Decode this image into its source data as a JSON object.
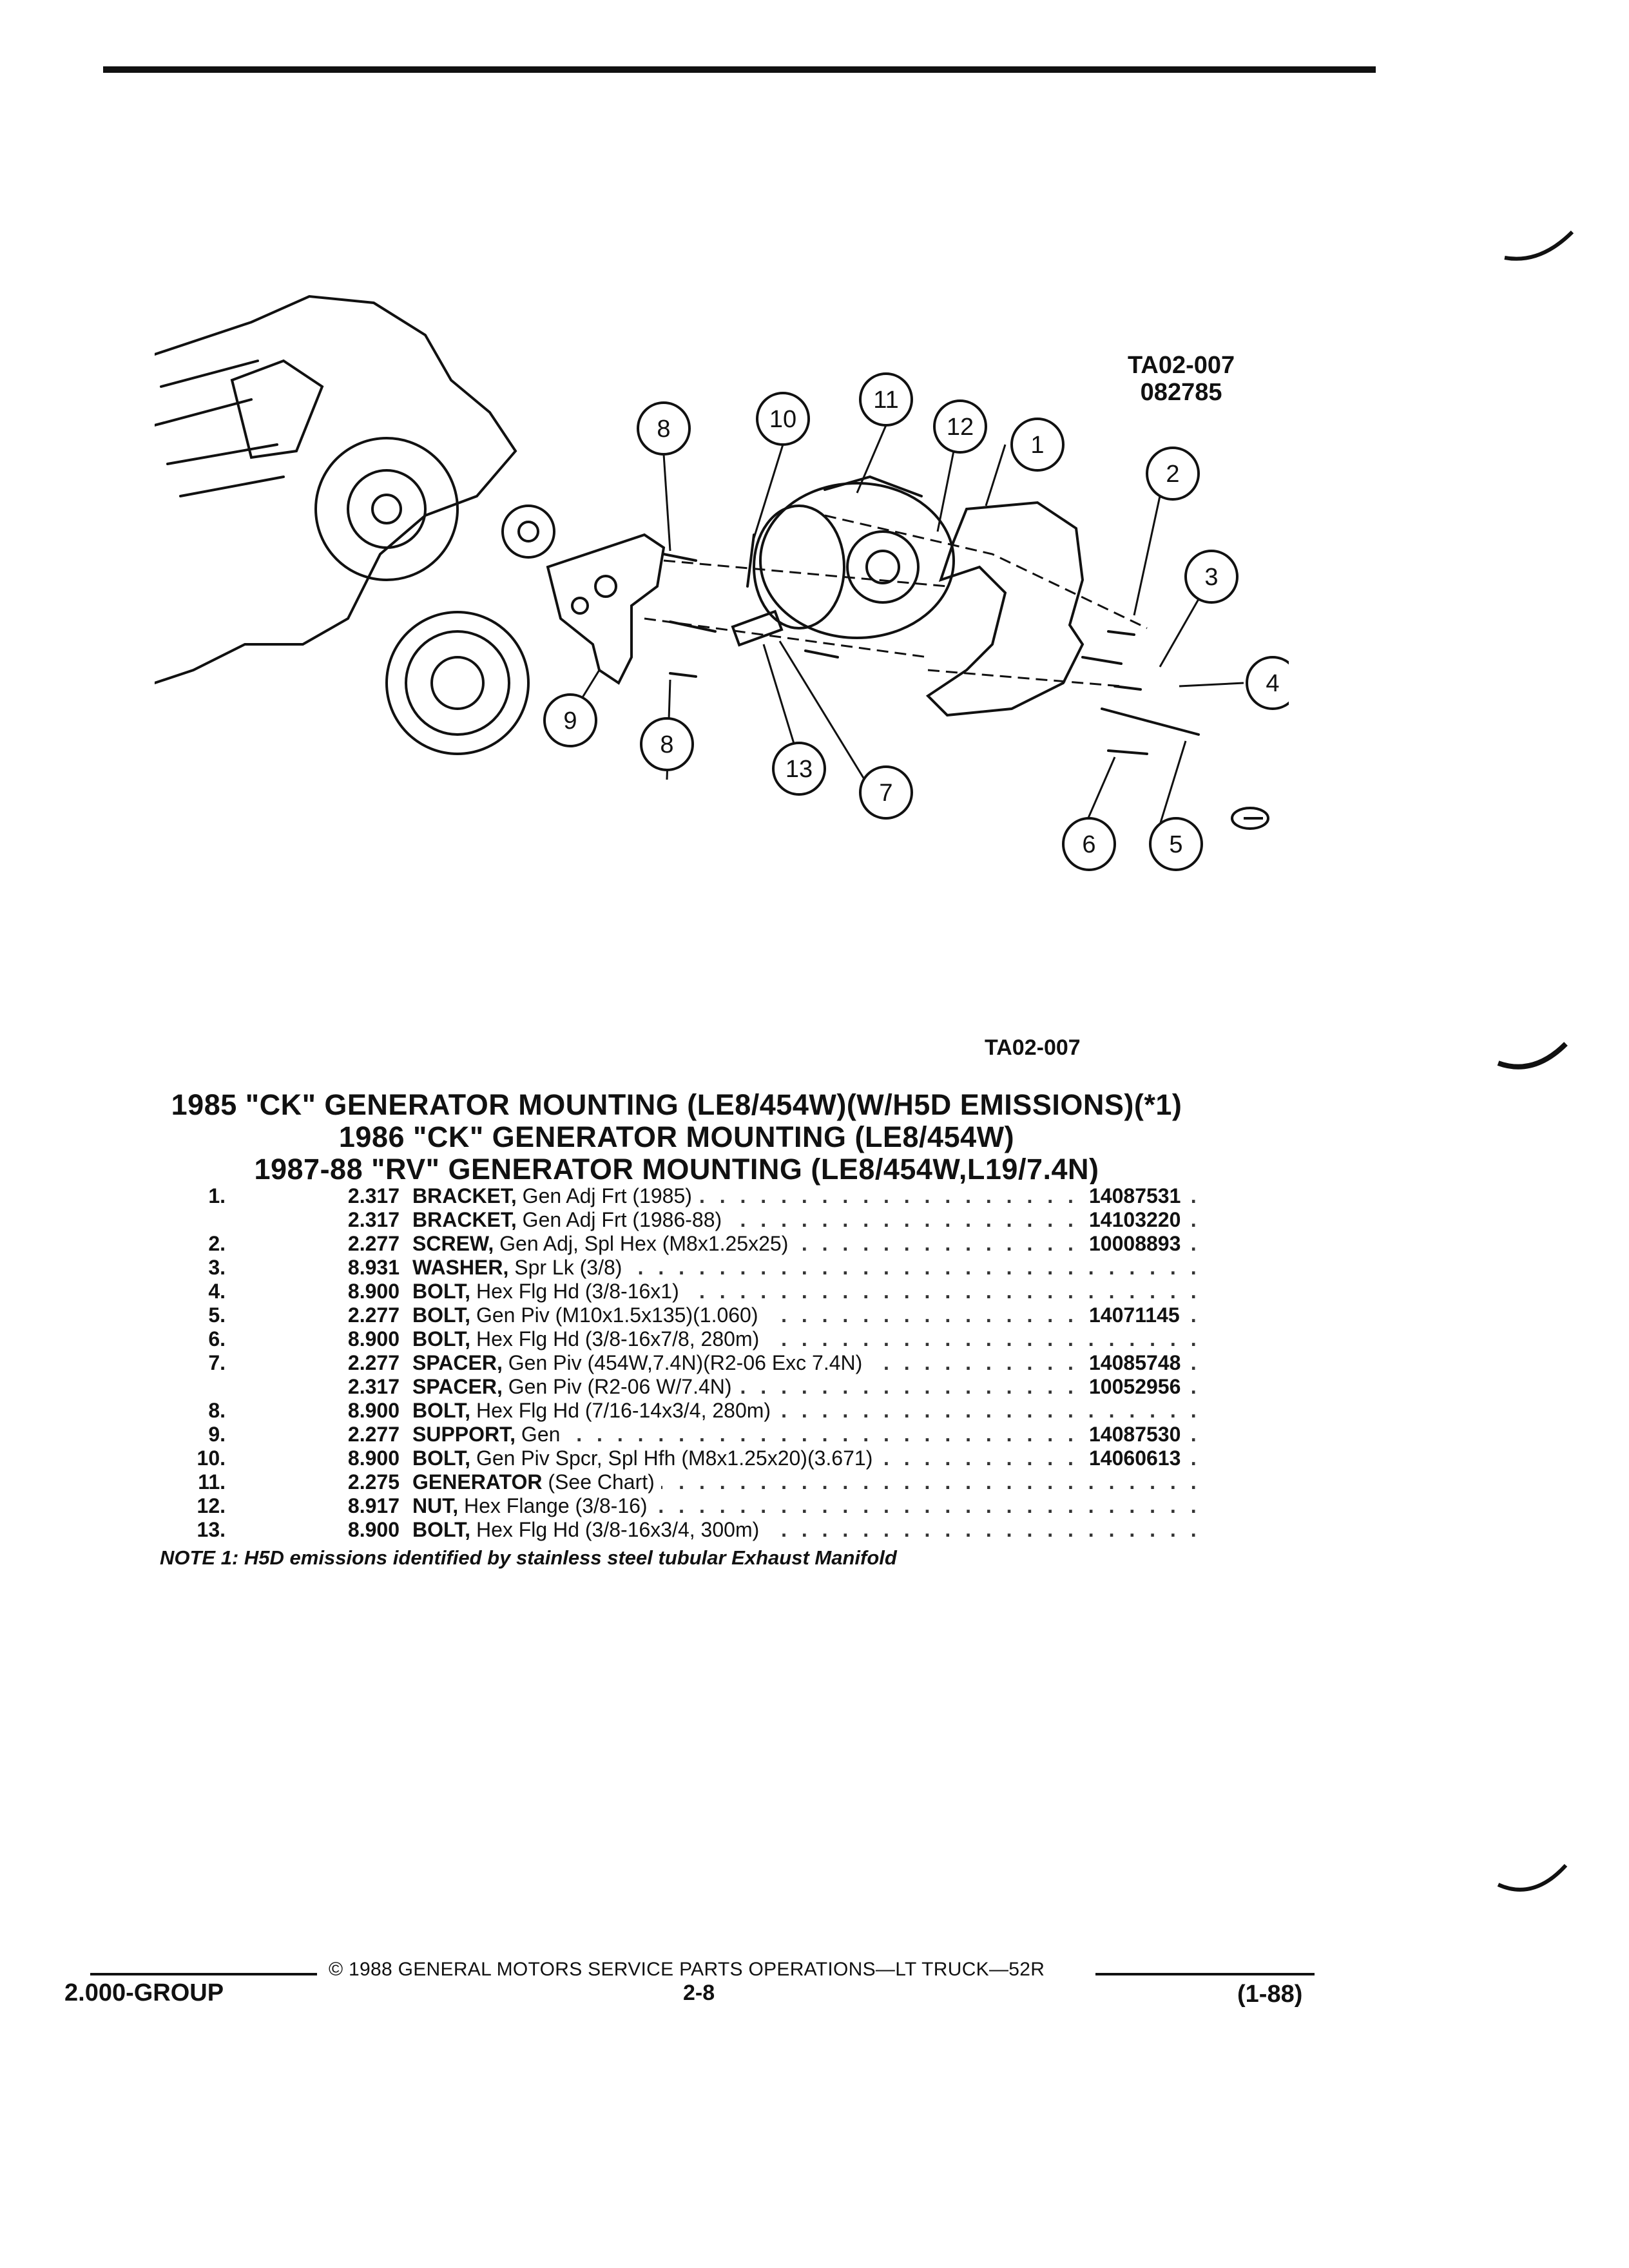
{
  "figure": {
    "code": "TA02-007",
    "date_code": "082785",
    "ref": "TA02-007",
    "callouts": [
      "1",
      "2",
      "3",
      "4",
      "5",
      "6",
      "7",
      "8",
      "8",
      "9",
      "10",
      "11",
      "12",
      "13"
    ]
  },
  "titles": {
    "line1": "1985 \"CK\" GENERATOR MOUNTING (LE8/454W)(W/H5D EMISSIONS)(*1)",
    "line2": "1986 \"CK\" GENERATOR MOUNTING (LE8/454W)",
    "line3": "1987-88 \"RV\" GENERATOR MOUNTING (LE8/454W,L19/7.4N)"
  },
  "parts": [
    {
      "num": "1.",
      "group": "2.317",
      "name": "BRACKET,",
      "detail": " Gen Adj Frt (1985)",
      "pn": "14087531"
    },
    {
      "num": "",
      "group": "2.317",
      "name": "BRACKET,",
      "detail": " Gen Adj Frt (1986-88)",
      "pn": "14103220"
    },
    {
      "num": "2.",
      "group": "2.277",
      "name": "SCREW,",
      "detail": " Gen Adj, Spl Hex (M8x1.25x25)",
      "pn": "10008893"
    },
    {
      "num": "3.",
      "group": "8.931",
      "name": "WASHER,",
      "detail": " Spr Lk (3/8)",
      "pn": ""
    },
    {
      "num": "4.",
      "group": "8.900",
      "name": "BOLT,",
      "detail": " Hex Flg Hd (3/8-16x1)",
      "pn": ""
    },
    {
      "num": "5.",
      "group": "2.277",
      "name": "BOLT,",
      "detail": " Gen Piv (M10x1.5x135)(1.060)",
      "pn": "14071145"
    },
    {
      "num": "6.",
      "group": "8.900",
      "name": "BOLT,",
      "detail": " Hex Flg Hd (3/8-16x7/8, 280m)",
      "pn": ""
    },
    {
      "num": "7.",
      "group": "2.277",
      "name": "SPACER,",
      "detail": " Gen Piv (454W,7.4N)(R2-06 Exc 7.4N)",
      "pn": "14085748"
    },
    {
      "num": "",
      "group": "2.317",
      "name": "SPACER,",
      "detail": " Gen Piv (R2-06 W/7.4N)",
      "pn": "10052956"
    },
    {
      "num": "8.",
      "group": "8.900",
      "name": "BOLT,",
      "detail": " Hex Flg Hd (7/16-14x3/4, 280m)",
      "pn": ""
    },
    {
      "num": "9.",
      "group": "2.277",
      "name": "SUPPORT,",
      "detail": " Gen",
      "pn": "14087530"
    },
    {
      "num": "10.",
      "group": "8.900",
      "name": "BOLT,",
      "detail": " Gen Piv Spcr, Spl Hfh (M8x1.25x20)(3.671)",
      "pn": "14060613"
    },
    {
      "num": "11.",
      "group": "2.275",
      "name": "GENERATOR",
      "detail": " (See Chart)",
      "pn": ""
    },
    {
      "num": "12.",
      "group": "8.917",
      "name": "NUT,",
      "detail": " Hex Flange (3/8-16)",
      "pn": ""
    },
    {
      "num": "13.",
      "group": "8.900",
      "name": "BOLT,",
      "detail": " Hex Flg Hd (3/8-16x3/4, 300m)",
      "pn": ""
    }
  ],
  "note": "NOTE 1: H5D emissions identified by stainless steel tubular Exhaust Manifold",
  "footer": {
    "copyright": "© 1988 GENERAL MOTORS SERVICE PARTS OPERATIONS—LT TRUCK—52R",
    "group": "2.000-GROUP",
    "page": "2-8",
    "date": "(1-88)"
  }
}
